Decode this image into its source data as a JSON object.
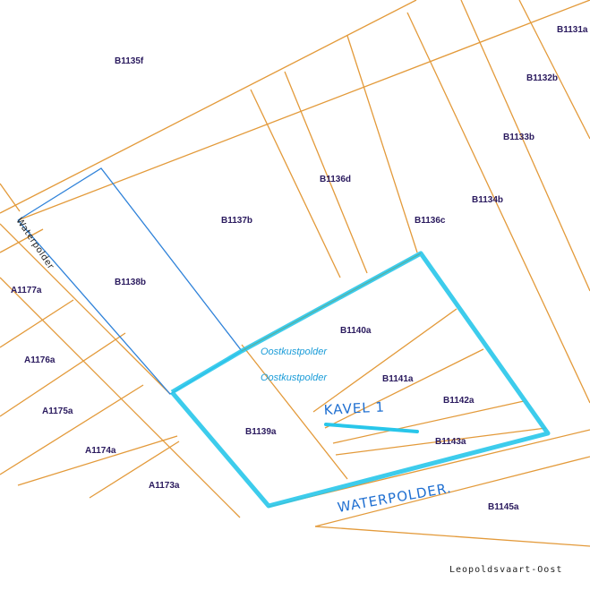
{
  "colors": {
    "parcel_line": "#e39a3a",
    "blue_line": "#2f82d9",
    "highlight": "#28c6ea",
    "label_text": "#2a1a5e",
    "polder_text": "#1a9cd8",
    "hand_text": "#1f6fd1"
  },
  "parcels": {
    "B1131a": "B1131a",
    "B1132b": "B1132b",
    "B1133b": "B1133b",
    "B1134b": "B1134b",
    "B1135f": "B1135f",
    "B1136c": "B1136c",
    "B1136d": "B1136d",
    "B1137b": "B1137b",
    "B1138b": "B1138b",
    "B1139a": "B1139a",
    "B1140a": "B1140a",
    "B1141a": "B1141a",
    "B1142a": "B1142a",
    "B1143a": "B1143a",
    "B1145a": "B1145a",
    "A1173a": "A1173a",
    "A1174a": "A1174a",
    "A1175a": "A1175a",
    "A1176a": "A1176a",
    "A1177a": "A1177a"
  },
  "polder_labels": [
    "Oostkustpolder",
    "Oostkustpolder"
  ],
  "road_labels": {
    "waterpolder_rotated": "Waterpolder",
    "street_sign": "Leopoldsvaart-Oost"
  },
  "handwritten": {
    "plot": "KAVEL 1",
    "road": "WATERPOLDER."
  }
}
